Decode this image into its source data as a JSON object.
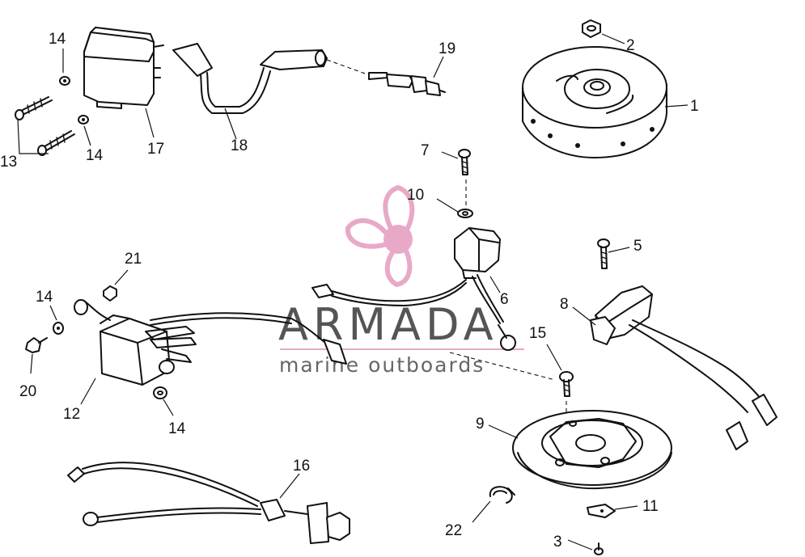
{
  "watermark": {
    "title": "ARMADA",
    "subtitle": "marine outboards",
    "accent_color": "#e8a9c8",
    "text_color": "#555555"
  },
  "callouts": {
    "c1": "1",
    "c2": "2",
    "c3": "3",
    "c5": "5",
    "c6": "6",
    "c7": "7",
    "c8": "8",
    "c9": "9",
    "c10": "10",
    "c11": "11",
    "c12": "12",
    "c13": "13",
    "c14a": "14",
    "c14b": "14",
    "c14c": "14",
    "c14d": "14",
    "c15": "15",
    "c16": "16",
    "c17": "17",
    "c18": "18",
    "c19": "19",
    "c20": "20",
    "c21": "21",
    "c22": "22"
  }
}
